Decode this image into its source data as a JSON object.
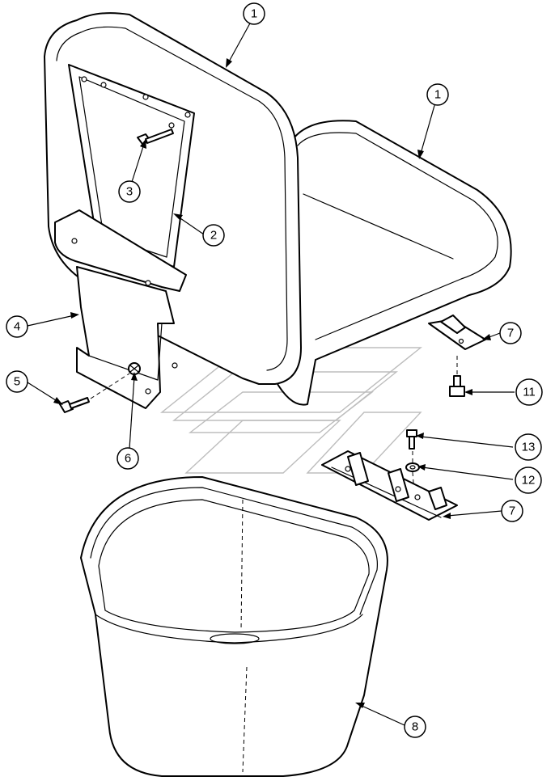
{
  "diagram": {
    "callouts": [
      {
        "id": "c1a",
        "label": "1"
      },
      {
        "id": "c1b",
        "label": "1"
      },
      {
        "id": "c2",
        "label": "2"
      },
      {
        "id": "c3",
        "label": "3"
      },
      {
        "id": "c4",
        "label": "4"
      },
      {
        "id": "c5",
        "label": "5"
      },
      {
        "id": "c6",
        "label": "6"
      },
      {
        "id": "c7a",
        "label": "7"
      },
      {
        "id": "c11",
        "label": "11"
      },
      {
        "id": "c13",
        "label": "13"
      },
      {
        "id": "c12",
        "label": "12"
      },
      {
        "id": "c7b",
        "label": "7"
      },
      {
        "id": "c8",
        "label": "8"
      }
    ],
    "colors": {
      "line": "#000000",
      "background": "#ffffff",
      "watermark": "#bdbdbd"
    }
  }
}
